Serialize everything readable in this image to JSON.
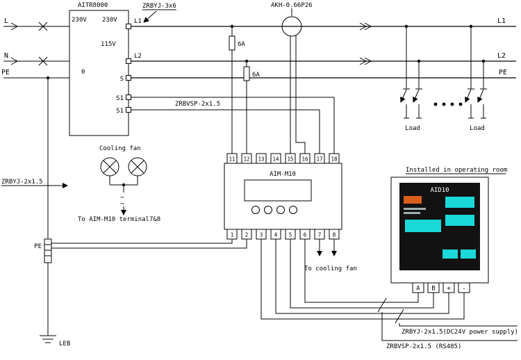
{
  "supply": {
    "l": "L",
    "n": "N",
    "pe": "PE"
  },
  "outgoing": {
    "l1": "L1",
    "l2": "L2",
    "pe": "PE",
    "load_a": "Load",
    "load_b": "Load"
  },
  "transformer": {
    "model": "AITR8000",
    "v_primary": "230V",
    "v_secondary": "230V",
    "v_tertiary": "115V",
    "zero": "0",
    "terminals": [
      "L1",
      "L2",
      "S",
      "S1",
      "S1"
    ]
  },
  "cables": {
    "supply": "ZRBYJ-3x6",
    "signal": "ZRBVSP-2x1.5",
    "fan": "ZRBYJ-2x1.5",
    "dc24": "ZRBYJ-2x1.5(DC24V power supply)",
    "rs485": "ZRBVSP-2x1.5 (RS485)"
  },
  "ct": {
    "model": "AKH-0.66P26"
  },
  "fuses": {
    "f1": "6A",
    "f2": "6A"
  },
  "monitor": {
    "model": "AIM-M10",
    "top": [
      "11",
      "12",
      "13",
      "14",
      "15",
      "16",
      "17",
      "18"
    ],
    "bottom": [
      "1",
      "2",
      "3",
      "4",
      "5",
      "6",
      "7",
      "8"
    ],
    "to_fan": "To cooling fan"
  },
  "fan": {
    "title": "Cooling fan",
    "ac1": "~",
    "ac2": "~",
    "note": "To AIM-M10 terminal7&8"
  },
  "earth": {
    "pe": "PE",
    "leb": "LEB"
  },
  "panel": {
    "location": "Installed in operating room",
    "model": "AID10",
    "terminals": [
      "A",
      "B",
      "+",
      "-"
    ],
    "colors": {
      "bg": "#121212",
      "button": "#1bd8d8",
      "accent": "#d9601a",
      "textline": "#9fb0b0"
    }
  }
}
